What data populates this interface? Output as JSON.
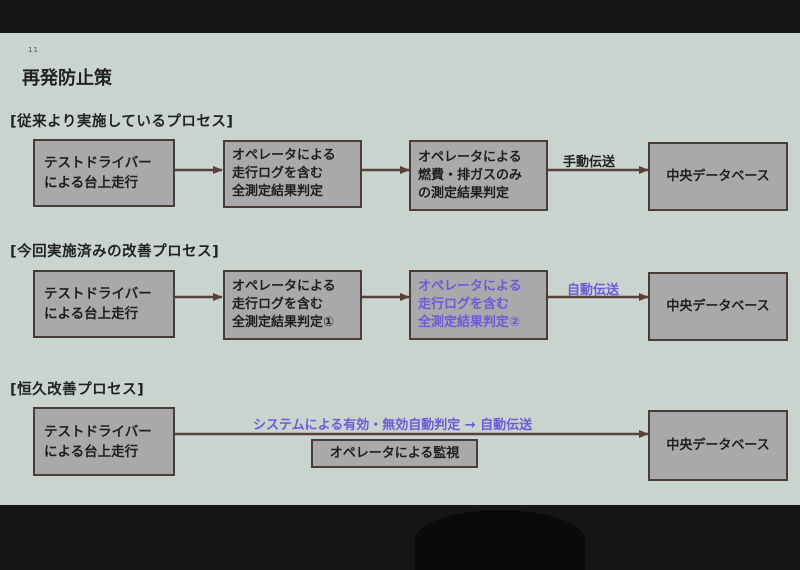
{
  "slide": {
    "page_number": "11",
    "title": "再発防止策"
  },
  "sections": [
    {
      "heading": "[従来より実施しているプロセス]",
      "start_box": [
        "テストドライバー",
        "による台上走行"
      ],
      "step1": [
        "オペレータによる",
        "走行ログを含む",
        "全測定結果判定"
      ],
      "step2": [
        "オペレータによる",
        "燃費・排ガスのみ",
        "の測定結果判定"
      ],
      "transfer_label": "手動伝送",
      "database": "中央データベース"
    },
    {
      "heading": "[今回実施済みの改善プロセス]",
      "start_box": [
        "テストドライバー",
        "による台上走行"
      ],
      "step1": [
        "オペレータによる",
        "走行ログを含む",
        "全測定結果判定①"
      ],
      "step2": [
        "オペレータによる",
        "走行ログを含む",
        "全測定結果判定②"
      ],
      "transfer_label": "自動伝送",
      "database": "中央データベース"
    },
    {
      "heading": "[恒久改善プロセス]",
      "start_box": [
        "テストドライバー",
        "による台上走行"
      ],
      "flow_label": "システムによる有効・無効自動判定 → 自動伝送",
      "monitor": "オペレータによる監視",
      "database": "中央データベース"
    }
  ],
  "colors": {
    "screen_bg": "#c9d4cf",
    "box_fill": "#a9a9ab",
    "box_border": "#4a3c36",
    "arrow": "#5a4038",
    "highlight_text": "#6e5ad6"
  }
}
